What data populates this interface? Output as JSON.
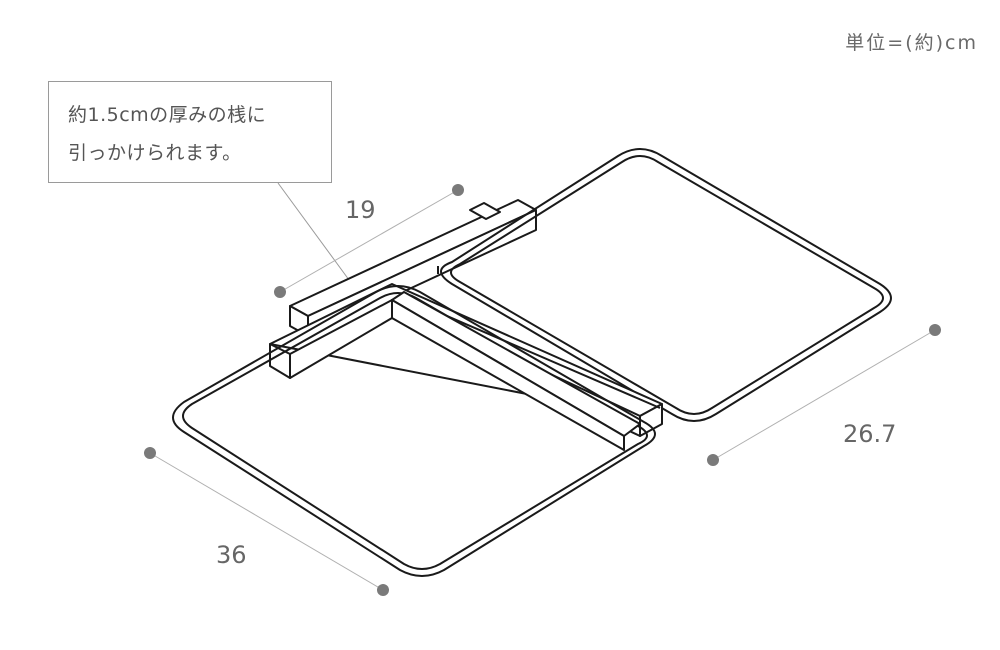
{
  "unit_label": "単位=(約)cm",
  "callout": {
    "line1": "約1.5cmの厚みの桟に",
    "line2": "引っかけられます。"
  },
  "dimensions": {
    "top": "19",
    "right": "26.7",
    "left": "36"
  },
  "colors": {
    "outline": "#1a1a1a",
    "dimension_line": "#b0b0b0",
    "dimension_dot": "#7a7a7a",
    "text": "#666666"
  }
}
